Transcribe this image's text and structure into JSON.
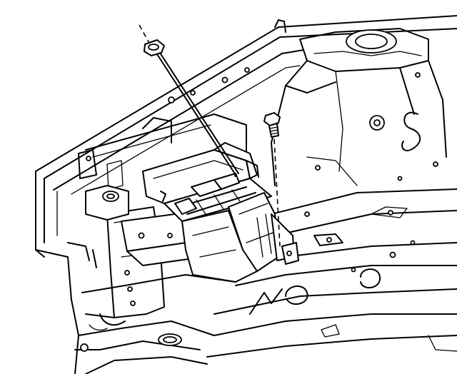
{
  "diagram": {
    "colors": {
      "ink": "#000000",
      "paper": "#ffffff"
    },
    "parts": [
      "fender-apron",
      "radiator-support",
      "battery-tray",
      "battery-tray-support",
      "retainer-clip",
      "bolt",
      "strut-tower"
    ]
  }
}
